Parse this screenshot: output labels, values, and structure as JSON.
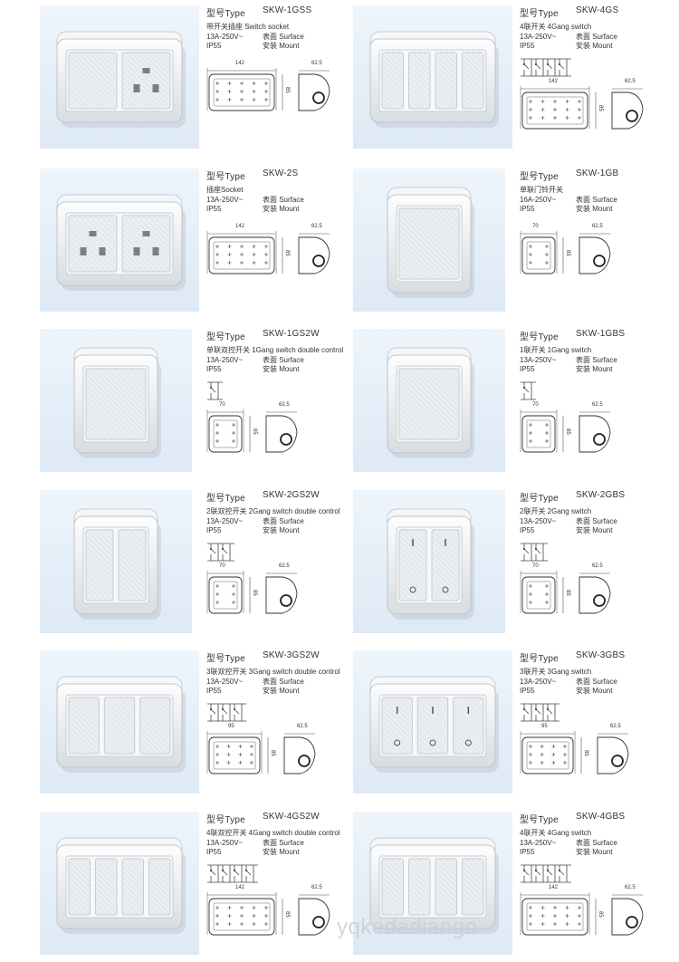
{
  "products": [
    {
      "type_label": "型号Type",
      "model": "SKW-1GSS",
      "desc": "带开关插座 Switch socket",
      "rating": "13A-250V~",
      "ip": "IP55",
      "surface": "表面 Surface",
      "mount": "安装 Mount",
      "dim_w": "142",
      "dim_h": "85",
      "dim_d": "62.5"
    },
    {
      "type_label": "型号Type",
      "model": "SKW-4GS",
      "desc": "4联开关 4Gang switch",
      "rating": "13A-250V~",
      "ip": "IP55",
      "surface": "表面 Surface",
      "mount": "安装 Mount",
      "dim_w": "142",
      "dim_h": "85",
      "dim_d": "62.5"
    },
    {
      "type_label": "型号Type",
      "model": "SKW-2S",
      "desc": "插座Socket",
      "rating": "13A-250V~",
      "ip": "IP55",
      "surface": "表面 Surface",
      "mount": "安装 Mount",
      "dim_w": "142",
      "dim_h": "85",
      "dim_d": "62.5"
    },
    {
      "type_label": "型号Type",
      "model": "SKW-1GB",
      "desc": "单联门铃开关",
      "rating": "16A-250V~",
      "ip": "IP55",
      "surface": "表面 Surface",
      "mount": "安装 Mount",
      "dim_w": "70",
      "dim_h": "85",
      "dim_d": "62.5"
    },
    {
      "type_label": "型号Type",
      "model": "SKW-1GS2W",
      "desc": "单联双控开关 1Gang switch double control",
      "rating": "13A-250V~",
      "ip": "IP55",
      "surface": "表面 Surface",
      "mount": "安装 Mount",
      "dim_w": "70",
      "dim_h": "85",
      "dim_d": "62.5"
    },
    {
      "type_label": "型号Type",
      "model": "SKW-1GBS",
      "desc": "1联开关 1Gang switch",
      "rating": "13A-250V~",
      "ip": "IP55",
      "surface": "表面 Surface",
      "mount": "安装 Mount",
      "dim_w": "70",
      "dim_h": "85",
      "dim_d": "62.5"
    },
    {
      "type_label": "型号Type",
      "model": "SKW-2GS2W",
      "desc": "2联双控开关 2Gang switch double control",
      "rating": "13A-250V~",
      "ip": "IP55",
      "surface": "表面 Surface",
      "mount": "安装 Mount",
      "dim_w": "70",
      "dim_h": "85",
      "dim_d": "62.5"
    },
    {
      "type_label": "型号Type",
      "model": "SKW-2GBS",
      "desc": "2联开关 2Gang switch",
      "rating": "13A-250V~",
      "ip": "IP55",
      "surface": "表面 Surface",
      "mount": "安装 Mount",
      "dim_w": "70",
      "dim_h": "85",
      "dim_d": "62.5"
    },
    {
      "type_label": "型号Type",
      "model": "SKW-3GS2W",
      "desc": "3联双控开关 3Gang switch double control",
      "rating": "13A-250V~",
      "ip": "IP55",
      "surface": "表面 Surface",
      "mount": "安装 Mount",
      "dim_w": "95",
      "dim_h": "85",
      "dim_d": "62.5"
    },
    {
      "type_label": "型号Type",
      "model": "SKW-3GBS",
      "desc": "3联开关 3Gang switch",
      "rating": "13A-250V~",
      "ip": "IP55",
      "surface": "表面 Surface",
      "mount": "安装 Mount",
      "dim_w": "95",
      "dim_h": "85",
      "dim_d": "62.5"
    },
    {
      "type_label": "型号Type",
      "model": "SKW-4GS2W",
      "desc": "4联双控开关 4Gang switch double control",
      "rating": "13A-250V~",
      "ip": "IP55",
      "surface": "表面 Surface",
      "mount": "安装 Mount",
      "dim_w": "142",
      "dim_h": "85",
      "dim_d": "62.5"
    },
    {
      "type_label": "型号Type",
      "model": "SKW-4GBS",
      "desc": "4联开关 4Gang switch",
      "rating": "13A-250V~",
      "ip": "IP55",
      "surface": "表面 Surface",
      "mount": "安装 Mount",
      "dim_w": "142",
      "dim_h": "85",
      "dim_d": "62.5"
    }
  ],
  "watermark": "yqkedadiango"
}
